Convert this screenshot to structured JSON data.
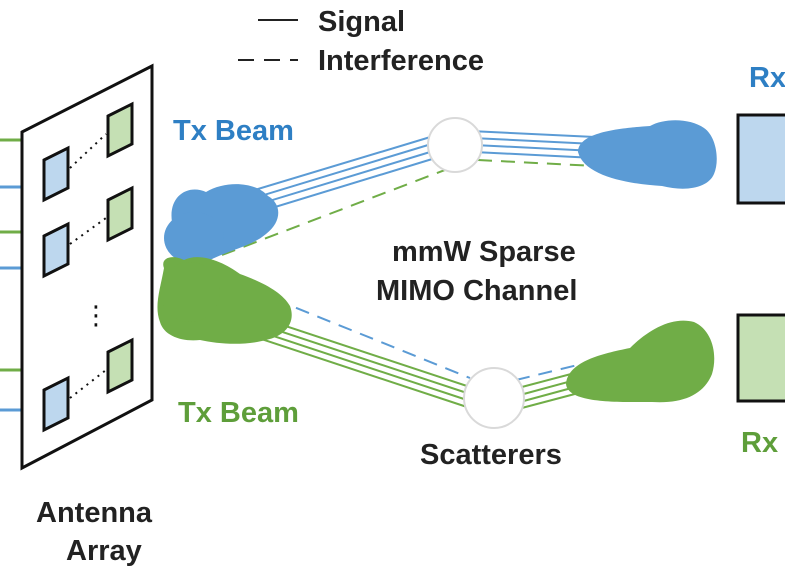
{
  "legend": {
    "signal_label": "Signal",
    "interference_label": "Interference"
  },
  "labels": {
    "tx_beam_top": "Tx Beam",
    "tx_beam_bottom": "Tx Beam",
    "channel_line1": "mmW Sparse",
    "channel_line2": "MIMO Channel",
    "scatterers": "Scatterers",
    "antenna_line1": "Antenna",
    "antenna_line2": "Array",
    "rx_top": "Rx",
    "rx_bottom": "Rx",
    "antenna_ellipsis": "⋮"
  },
  "colors": {
    "blue_beam": "#5b9bd5",
    "green_beam": "#70ad47",
    "blue_text": "#2e7fc4",
    "green_text": "#5e9e3a",
    "blue_fill": "#bdd7ee",
    "green_fill": "#c5e0b4",
    "blue_rx_fill": "#bdd7ee",
    "green_rx_fill": "#c5e0b4",
    "dark": "#111111"
  }
}
